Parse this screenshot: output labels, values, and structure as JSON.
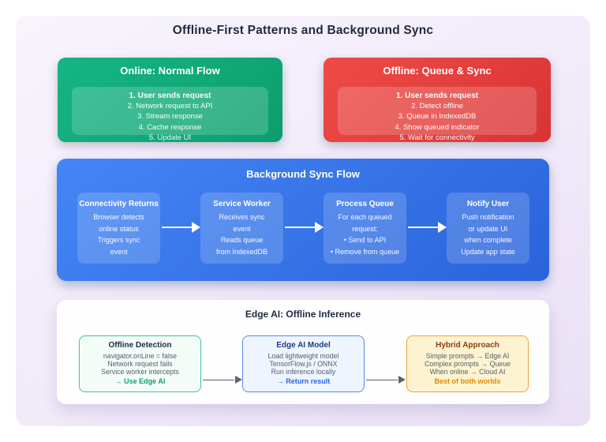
{
  "page": {
    "title": "Offline-First Patterns and Background Sync"
  },
  "accent_colors": {
    "online_green": "#10b981",
    "offline_red": "#ef4444",
    "sync_blue": "#3b82f6",
    "hybrid_amber": "#f59e0b",
    "lavender_bg": "#ece4f7"
  },
  "cards": {
    "online": {
      "title": "Online: Normal Flow",
      "steps": [
        "1. User sends request",
        "2. Network request to API",
        "3. Stream response",
        "4. Cache response",
        "5. Update UI"
      ]
    },
    "offline": {
      "title": "Offline: Queue & Sync",
      "steps": [
        "1. User sends request",
        "2. Detect offline",
        "3. Queue in IndexedDB",
        "4. Show queued indicator",
        "5. Wait for connectivity"
      ]
    }
  },
  "sync_flow": {
    "title": "Background Sync Flow",
    "boxes": [
      {
        "title": "Connectivity Returns",
        "lines": [
          "Browser detects",
          "online status",
          "Triggers sync",
          "event"
        ]
      },
      {
        "title": "Service Worker",
        "lines": [
          "Receives sync",
          "event",
          "Reads queue",
          "from IndexedDB"
        ]
      },
      {
        "title": "Process Queue",
        "lines": [
          "For each queued",
          "request:",
          "• Send to API",
          "• Remove from queue"
        ]
      },
      {
        "title": "Notify User",
        "lines": [
          "Push notification",
          "or update UI",
          "when complete",
          "Update app state"
        ]
      }
    ]
  },
  "edge_ai": {
    "title": "Edge AI: Offline Inference",
    "boxes": [
      {
        "title": "Offline Detection",
        "lines": [
          "navigator.onLine = false",
          "Network request fails",
          "Service worker intercepts"
        ],
        "highlight": "→ Use Edge AI"
      },
      {
        "title": "Edge AI Model",
        "lines": [
          "Load lightweight model",
          "TensorFlow.js / ONNX",
          "Run inference locally"
        ],
        "highlight": "→ Return result"
      },
      {
        "title": "Hybrid Approach",
        "lines": [
          "Simple prompts → Edge AI",
          "Complex prompts → Queue",
          "When online → Cloud AI"
        ],
        "highlight": "Best of both worlds"
      }
    ]
  }
}
